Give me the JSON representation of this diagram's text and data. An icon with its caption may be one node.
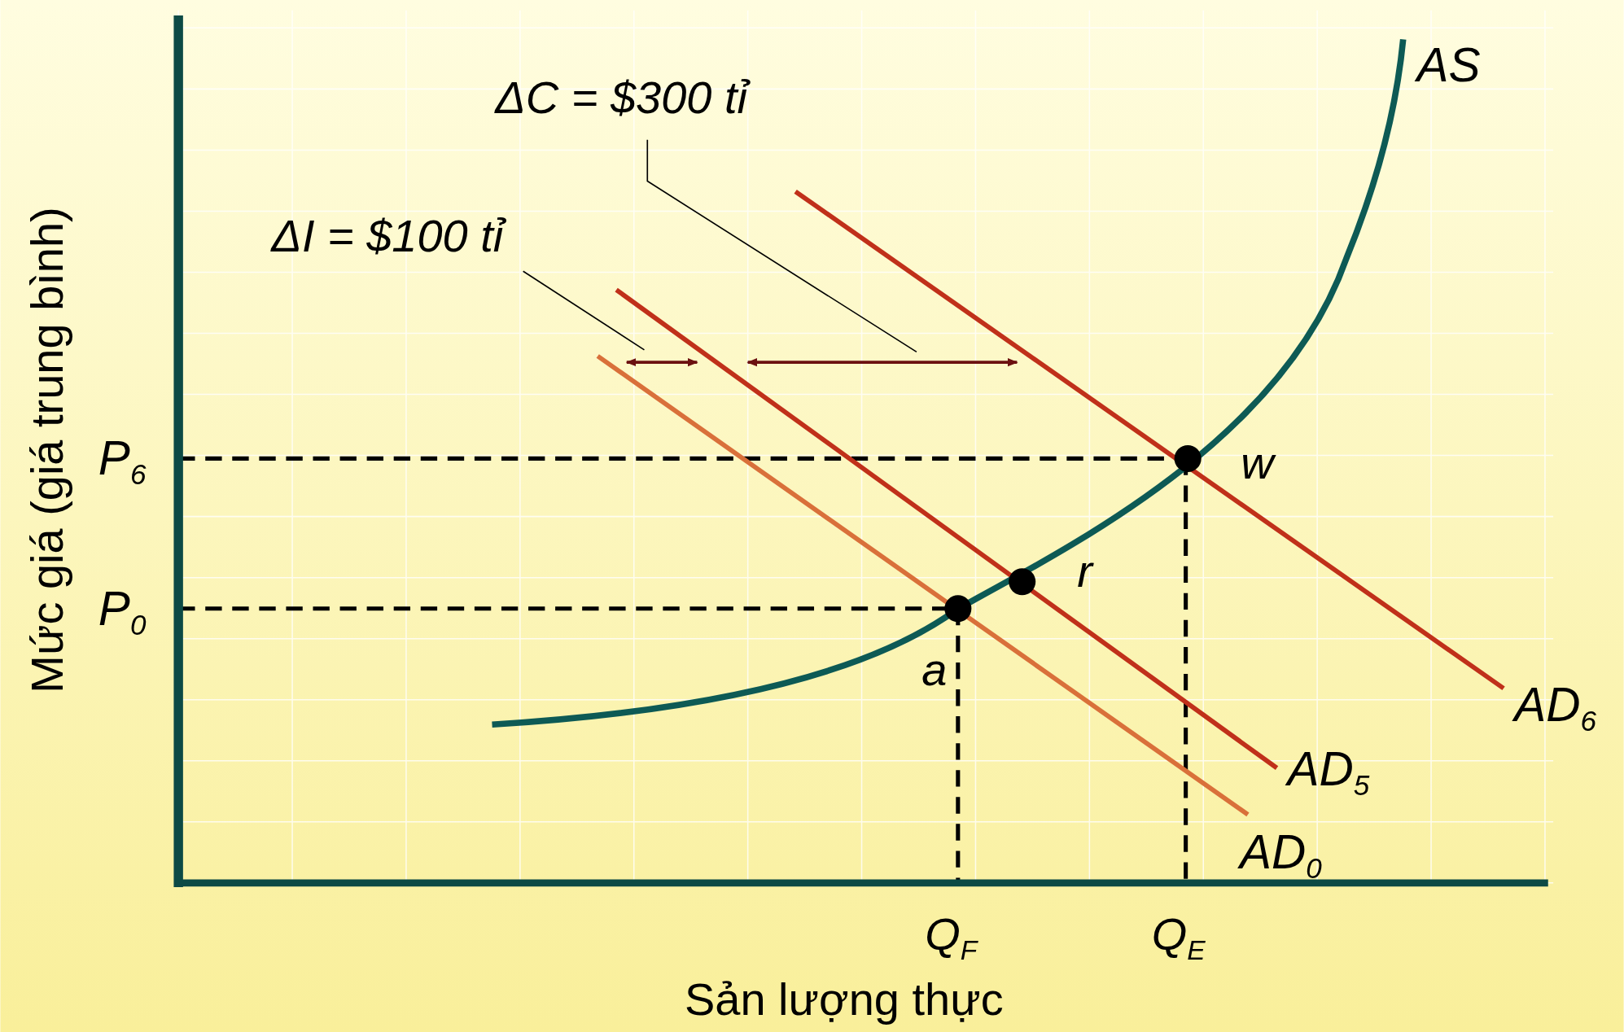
{
  "diagram": {
    "nodes": [
      {
        "text": [
          "ΔC = $300 tỉ"
        ]
      },
      {
        "text": [],
        "shape": "arrow"
      },
      {
        "text": [
          "ΔI = $100 tỉ"
        ]
      },
      {
        "text": [],
        "shape": "arrow"
      }
    ],
    "edges": [
      {
        "from": 0,
        "to": 3,
        "arrow": "none"
      },
      {
        "from": 2,
        "to": 1,
        "arrow": "none"
      }
    ],
    "labels": [
      "AS",
      "P$_{6}$",
      "w",
      "r",
      "P$_{0}$",
      "a",
      "AD$_{6}$",
      "AD$_{5}$",
      "AD$_{0}$",
      "Q$_{F}$",
      "Q$_{E}$",
      "Mức giá (giá trung bình)",
      "Sản lượng thực"
    ]
  }
}
